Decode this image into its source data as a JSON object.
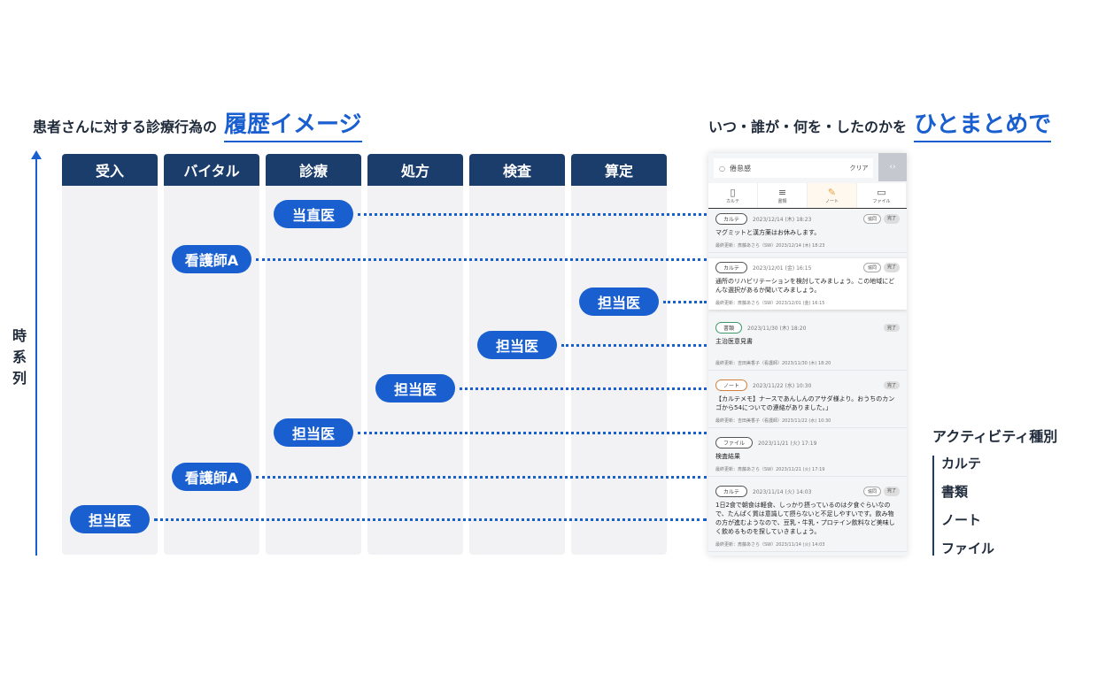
{
  "header": {
    "left_prefix": "患者さんに対する診療行為の",
    "left_highlight": "履歴イメージ",
    "right_prefix": "いつ・誰が・何を・したのかを",
    "right_highlight": "ひとまとめで"
  },
  "axis_label": "時系列",
  "colors": {
    "accent": "#1a5fd0",
    "header_navy": "#1b3d6b",
    "column_bg": "#f2f2f4"
  },
  "columns": [
    "受入",
    "バイタル",
    "診療",
    "処方",
    "検査",
    "算定"
  ],
  "events": [
    {
      "actor": "当直医",
      "column": "診療"
    },
    {
      "actor": "看護師A",
      "column": "バイタル"
    },
    {
      "actor": "担当医",
      "column": "算定"
    },
    {
      "actor": "担当医",
      "column": "検査"
    },
    {
      "actor": "担当医",
      "column": "処方"
    },
    {
      "actor": "担当医",
      "column": "診療"
    },
    {
      "actor": "看護師A",
      "column": "バイタル"
    },
    {
      "actor": "担当医",
      "column": "受入"
    }
  ],
  "phone": {
    "search_value": "倦怠感",
    "clear_label": "クリア",
    "toggle_icon": "code-toggle-icon",
    "tabs": [
      {
        "label": "カルテ",
        "icon": "clipboard-icon"
      },
      {
        "label": "書類",
        "icon": "document-icon"
      },
      {
        "label": "ノート",
        "icon": "pencil-note-icon"
      },
      {
        "label": "ファイル",
        "icon": "folder-icon"
      }
    ],
    "cards": [
      {
        "tag": "カルテ",
        "datetime": "2023/12/14 (木) 18:23",
        "badges": [
          "協同",
          "完了"
        ],
        "body": "マグミットと漢方薬はお休みします。",
        "meta": "最終更新：斎藤あさら（SW）2023/12/14 (木) 18:23"
      },
      {
        "tag": "カルテ",
        "datetime": "2023/12/01 (金) 16:15",
        "badges": [
          "協同",
          "完了"
        ],
        "body": "通所のリハビリテーションを検討してみましょう。この地域にどんな選択があるか聞いてみましょう。",
        "meta": "最終更新：斎藤あさら（SW）2023/12/01 (金) 16:15"
      },
      {
        "tag": "書類",
        "datetime": "2023/11/30 (木) 18:20",
        "badges": [
          "完了"
        ],
        "body": "主治医意見書",
        "meta": "最終更新：吉田美香子（看護師）2023/11/30 (木) 18:20"
      },
      {
        "tag": "ノート",
        "datetime": "2023/11/22 (水) 10:30",
        "badges": [
          "完了"
        ],
        "body": "【カルテメモ】ナースであんしんのアサダ様より。おうちのカンゴから54についての連絡がありました。」",
        "meta": "最終更新：吉田美香子（看護師）2023/11/22 (水) 10:30"
      },
      {
        "tag": "ファイル",
        "datetime": "2023/11/21 (火) 17:19",
        "badges": [],
        "body": "検査結果",
        "meta": "最終更新：斎藤あさら（SW）2023/11/21 (火) 17:19"
      },
      {
        "tag": "カルテ",
        "datetime": "2023/11/14 (火) 14:03",
        "badges": [
          "協同",
          "完了"
        ],
        "body": "1日2食で朝食は軽食、しっかり摂っているのは夕食ぐらいなので、たんぱく質は意識して摂らないと不足しやすいです。飲み物の方が進むようなので、豆乳・牛乳・プロテイン飲料など美味しく飲めるものを探していきましょう。",
        "meta": "最終更新：斎藤あさら（SW）2023/11/14 (火) 14:03"
      }
    ]
  },
  "legend": {
    "title": "アクティビティ種別",
    "items": [
      "カルテ",
      "書類",
      "ノート",
      "ファイル"
    ]
  }
}
